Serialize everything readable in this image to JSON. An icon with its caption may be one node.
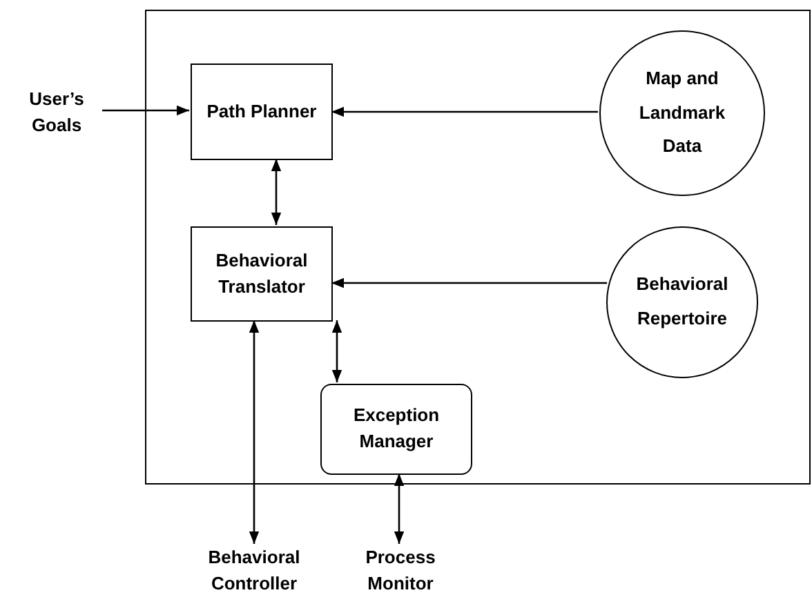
{
  "diagram": {
    "nodes": [
      {
        "text": [],
        "shape": "box"
      },
      {
        "text": [
          "User’s Goals"
        ]
      },
      {
        "text": [
          "Path Planner"
        ],
        "in": 0
      },
      {
        "text": [
          "Map and Landmark Data"
        ],
        "in": 0
      },
      {
        "text": [
          "Behavioral Translator"
        ],
        "in": 0
      },
      {
        "text": [
          "Behavioral Repertoire"
        ],
        "in": 0
      },
      {
        "text": [
          "Exception Manager"
        ],
        "in": 0
      },
      {
        "text": [
          "Behavioral Controller"
        ]
      },
      {
        "text": [
          "Process Monitor"
        ]
      }
    ],
    "edges": [
      {
        "from": 1,
        "to": 2,
        "arrow": "to"
      },
      {
        "from": 3,
        "to": 2,
        "arrow": "to"
      },
      {
        "from": 2,
        "to": 4,
        "arrow": "both"
      },
      {
        "from": 5,
        "to": 4,
        "arrow": "to"
      },
      {
        "from": 4,
        "to": 6,
        "arrow": "both"
      },
      {
        "from": 4,
        "to": 7,
        "arrow": "both"
      },
      {
        "from": 6,
        "to": 8,
        "arrow": "both"
      }
    ]
  }
}
